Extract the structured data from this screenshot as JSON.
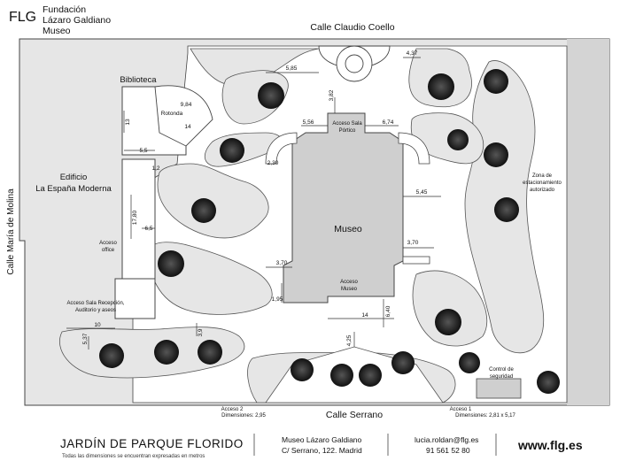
{
  "logo": {
    "mark": "FLG",
    "line1": "Fundación",
    "line2": "Lázaro Galdiano",
    "line3": "Museo"
  },
  "streets": {
    "north": "Calle Claudio Coello",
    "west": "Calle María de Molina",
    "south": "Calle Serrano"
  },
  "buildings": {
    "biblioteca": "Biblioteca",
    "rotonda": "Rotonda",
    "edificio_line1": "Edificio",
    "edificio_line2": "La España Moderna",
    "museo": "Museo"
  },
  "labels": {
    "acceso_office_1": "Acceso",
    "acceso_office_2": "office",
    "acceso_sala_portico_1": "Acceso Sala",
    "acceso_sala_portico_2": "Pórtico",
    "acceso_museo_1": "Acceso",
    "acceso_museo_2": "Museo",
    "acceso_recepcion_1": "Acceso Sala Recepción,",
    "acceso_recepcion_2": "Auditorio y aseos",
    "zona_1": "Zona de",
    "zona_2": "estacionamiento",
    "zona_3": "autorizado",
    "control_1": "Control de",
    "control_2": "seguridad",
    "acceso2_1": "Acceso 2",
    "acceso2_2": "Dimensiones: 2,95",
    "acceso1_1": "Acceso 1",
    "acceso1_2": "Dimensiones: 2,81 x 5,17"
  },
  "dimensions": {
    "d_585": "5,85",
    "d_437": "4,37",
    "d_382": "3,82",
    "d_984": "9,84",
    "d_13": "13",
    "d_14a": "14",
    "d_556": "5,56",
    "d_674": "6,74",
    "d_55": "5,5",
    "d_12": "1,2",
    "d_230": "2,30",
    "d_545": "5,45",
    "d_1780": "17,80",
    "d_65": "6,5",
    "d_370a": "3,70",
    "d_370b": "3,70",
    "d_195": "1,95",
    "d_640": "6,40",
    "d_14b": "14",
    "d_10": "10",
    "d_537": "5,37",
    "d_39": "3,9",
    "d_425": "4,25"
  },
  "footer": {
    "title": "JARDÍN DE PARQUE FLORIDO",
    "subtitle": "Todas las dimensiones se encuentran expresadas en metros",
    "address_1": "Museo Lázaro Galdiano",
    "address_2": "C/ Serrano, 122. Madrid",
    "contact_1": "lucia.roldan@flg.es",
    "contact_2": "91 561 52 80",
    "website": "www.flg.es"
  },
  "colors": {
    "site_fill": "#e6e6e6",
    "garden_fill": "#ffffff",
    "building_fill": "#cfcfcf",
    "line": "#444444"
  }
}
